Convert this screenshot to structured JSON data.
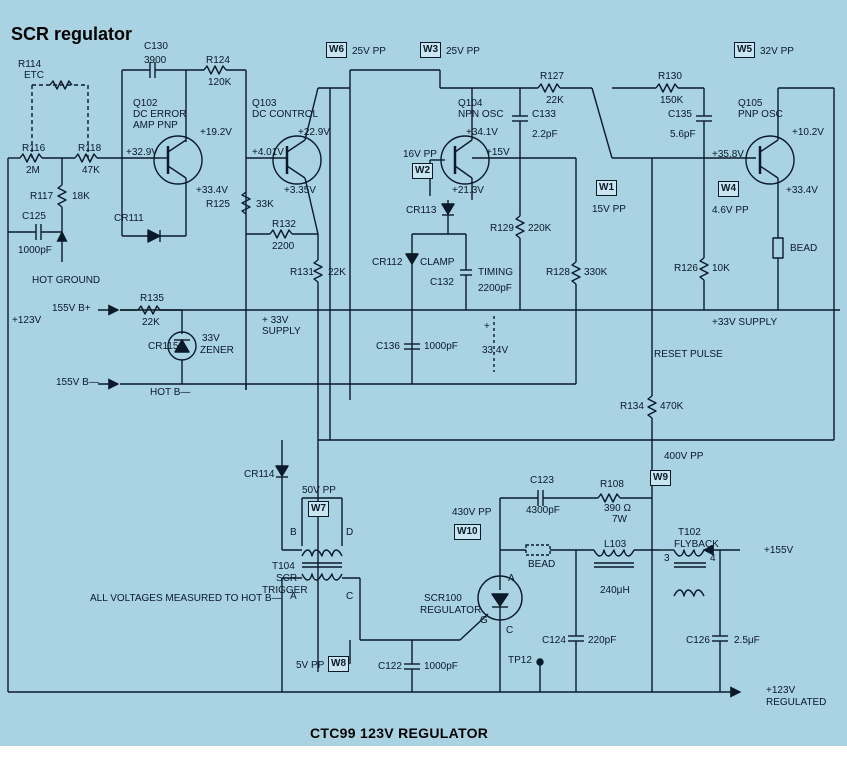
{
  "title": "SCR regulator",
  "footer": "CTC99 123V REGULATOR",
  "note": "ALL VOLTAGES MEASURED TO HOT B—",
  "waveforms": {
    "w1": {
      "tag": "W1",
      "pp": "15V PP"
    },
    "w2": {
      "tag": "W2",
      "pp": "16V PP"
    },
    "w3": {
      "tag": "W3",
      "pp": "25V PP"
    },
    "w4": {
      "tag": "W4",
      "pp": "4.6V PP"
    },
    "w5": {
      "tag": "W5",
      "pp": "32V PP"
    },
    "w6": {
      "tag": "W6",
      "pp": "25V PP"
    },
    "w7": {
      "tag": "W7",
      "pp": "50V PP"
    },
    "w8": {
      "tag": "W8",
      "pp": "5V PP"
    },
    "w9": {
      "tag": "W9",
      "pp": "400V PP"
    },
    "w10": {
      "tag": "W10",
      "pp": "430V PP"
    }
  },
  "transistors": {
    "q102": {
      "ref": "Q102",
      "desc1": "DC ERROR",
      "desc2": "AMP PNP",
      "vb": "+32.9V",
      "vc": "+19.2V",
      "ve": "+33.4V"
    },
    "q103": {
      "ref": "Q103",
      "desc1": "DC CONTROL",
      "vb": "+4.01V",
      "vc": "+22.9V",
      "ve": "+3.35V"
    },
    "q104": {
      "ref": "Q104",
      "desc1": "NPN OSC",
      "vb": "16V PP",
      "vc": "+34.1V",
      "ve": "+21.3V",
      "vout": "+15V"
    },
    "q105": {
      "ref": "Q105",
      "desc1": "PNP OSC",
      "vb": "+35.8V",
      "vc": "+10.2V",
      "ve": "+33.4V"
    }
  },
  "resistors": {
    "r114": {
      "ref": "R114",
      "val": "ETC"
    },
    "r116": {
      "ref": "R116",
      "val": "2M"
    },
    "r118": {
      "ref": "R118",
      "val": "47K"
    },
    "r117": {
      "ref": "R117",
      "val": "18K"
    },
    "r124": {
      "ref": "R124",
      "val": "120K"
    },
    "r125": {
      "ref": "R125",
      "val": "33K"
    },
    "r132": {
      "ref": "R132",
      "val": "2200"
    },
    "r131": {
      "ref": "R131",
      "val": "22K"
    },
    "r135": {
      "ref": "R135",
      "val": "22K"
    },
    "r127": {
      "ref": "R127",
      "val": "22K"
    },
    "r129": {
      "ref": "R129",
      "val": "220K"
    },
    "r128": {
      "ref": "R128",
      "val": "330K"
    },
    "r130": {
      "ref": "R130",
      "val": "150K"
    },
    "r126": {
      "ref": "R126",
      "val": "10K"
    },
    "r134": {
      "ref": "R134",
      "val": "470K"
    },
    "r108": {
      "ref": "R108",
      "val": "390 Ω",
      "val2": "7W"
    }
  },
  "capacitors": {
    "c125": {
      "ref": "C125",
      "val": "1000pF"
    },
    "c130": {
      "ref": "C130",
      "val": "3900"
    },
    "c133": {
      "ref": "C133",
      "val": "2.2pF"
    },
    "c135": {
      "ref": "C135",
      "val": "5.6pF"
    },
    "c132": {
      "ref": "C132",
      "val": "TIMING",
      "val2": "2200pF"
    },
    "c136": {
      "ref": "C136",
      "val": "1000pF"
    },
    "c123": {
      "ref": "C123",
      "val": "4300pF"
    },
    "c124": {
      "ref": "C124",
      "val": "220pF"
    },
    "c126": {
      "ref": "C126",
      "val": "2.5μF"
    },
    "c122": {
      "ref": "C122",
      "val": "1000pF"
    }
  },
  "diodes": {
    "cr111": "CR111",
    "cr113": "CR113",
    "cr112": "CR112",
    "cr112_label": "CLAMP",
    "cr115": "CR115",
    "cr115_v": "33V",
    "cr115_label": "ZENER",
    "cr114": "CR114"
  },
  "magnetics": {
    "t104": "T104",
    "t104_l1": "SCR",
    "t104_l2": "TRIGGER",
    "t102": "T102",
    "t102_l": "FLYBACK",
    "l103": "L103",
    "l103_v": "240μH",
    "bead": "BEAD",
    "pins": [
      "B",
      "D",
      "A",
      "C",
      "3",
      "4"
    ]
  },
  "scr": {
    "ref": "SCR100",
    "label": "REGULATOR",
    "a": "A",
    "g": "G",
    "c": "C"
  },
  "rails": {
    "plus123": "+123V",
    "b155": "155V B+",
    "b155_2": "155V B—",
    "hotb": "HOT B—",
    "hotground": "HOT GROUND",
    "supply33": "+ 33V",
    "supply_word": "SUPPLY",
    "supply33b": "+33V SUPPLY",
    "v334": "33.4V",
    "plus": "+",
    "reset": "RESET PULSE",
    "plus155": "+155V",
    "out1": "+123V",
    "out2": "REGULATED",
    "tp12": "TP12",
    "q104b": "16V PP"
  }
}
